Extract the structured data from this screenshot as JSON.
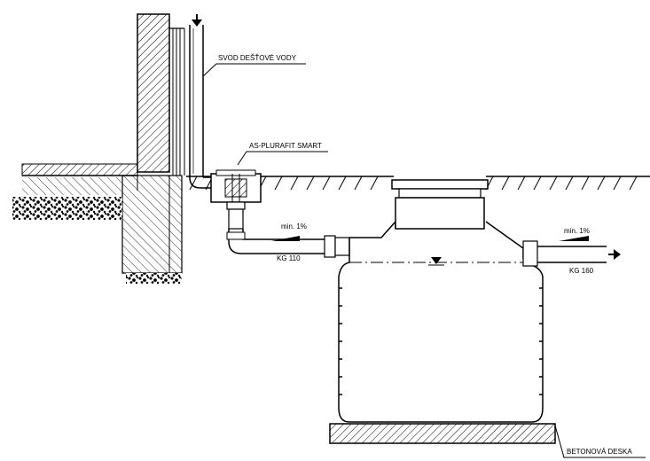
{
  "labels": {
    "downpipe": "SVOD DEŠŤOVÉ VODY",
    "filter": "AS-PLURAFIT SMART",
    "slope_in": "min. 1%",
    "pipe_in": "KG 110",
    "slope_out": "min. 1%",
    "pipe_out": "KG 160",
    "base": "BETONOVÁ DESKA"
  },
  "icons": {
    "flow_in": "arrow-down-icon",
    "flow_out": "arrow-right-icon",
    "water_level": "water-level-icon"
  }
}
